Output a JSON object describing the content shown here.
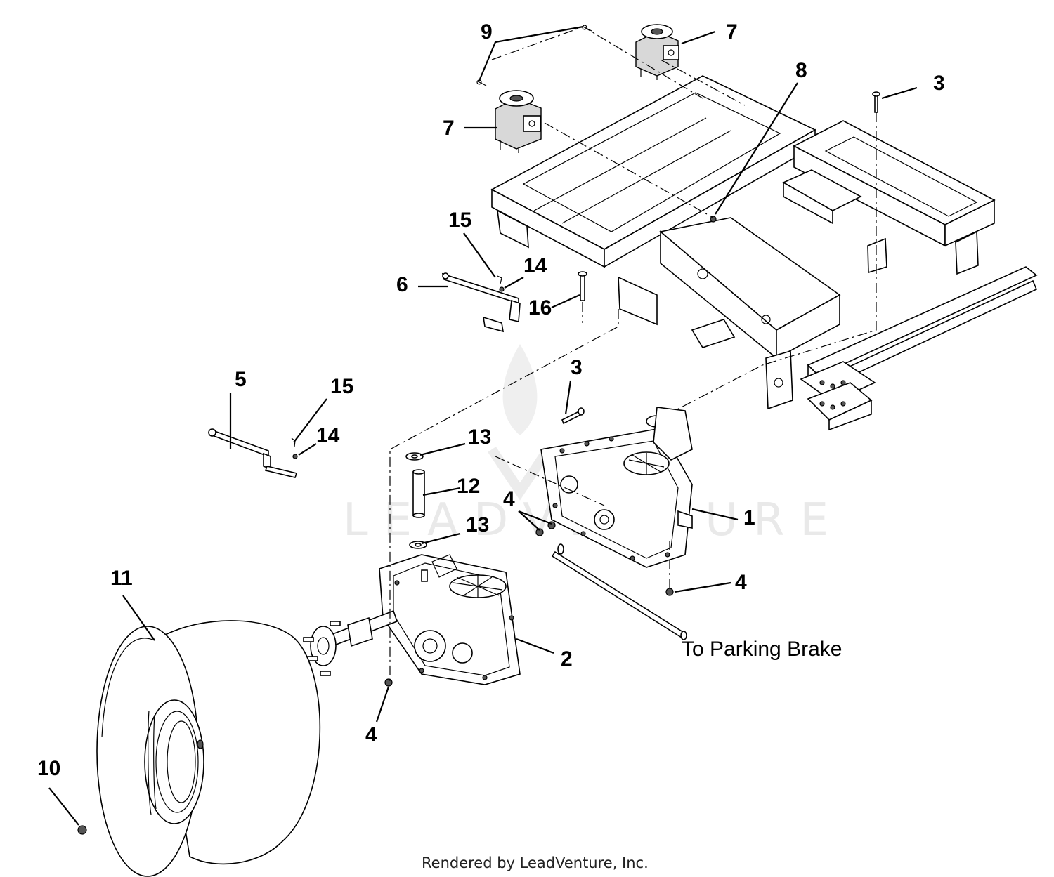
{
  "callouts": {
    "c1": "1",
    "c2": "2",
    "c3a": "3",
    "c3b": "3",
    "c4a": "4",
    "c4b": "4",
    "c4c": "4",
    "c5": "5",
    "c6": "6",
    "c7a": "7",
    "c7b": "7",
    "c8": "8",
    "c9": "9",
    "c10": "10",
    "c11": "11",
    "c12": "12",
    "c13a": "13",
    "c13b": "13",
    "c14a": "14",
    "c14b": "14",
    "c15a": "15",
    "c15b": "15",
    "c16": "16"
  },
  "note_parking_brake": "To Parking Brake",
  "watermark": "LEADVENTURE",
  "footer": "Rendered by LeadVenture, Inc."
}
